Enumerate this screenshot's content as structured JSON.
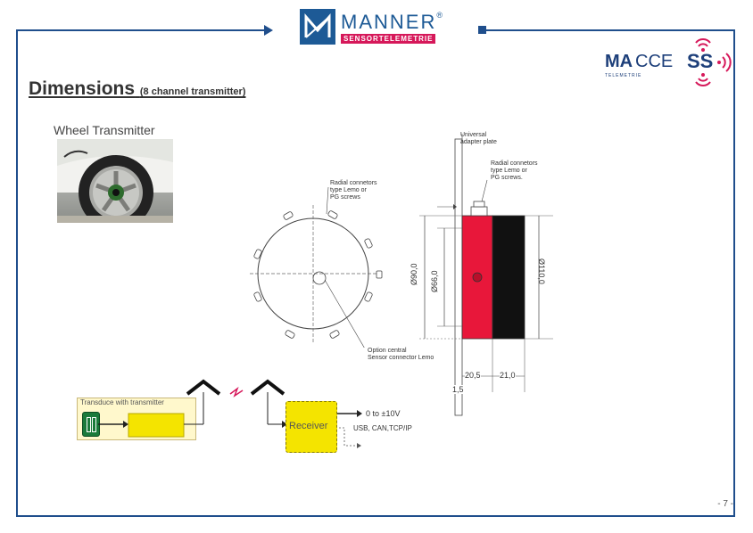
{
  "header": {
    "brand_main": "MANNER",
    "brand_reg": "®",
    "brand_sub": "SENSORTELEMETRIE",
    "maccess_left": "MA",
    "maccess_mid": "CCE",
    "maccess_ss": "SS",
    "maccess_tag": "TELEMETRIE"
  },
  "title": {
    "main": "Dimensions",
    "sub": "(8 channel transmitter)"
  },
  "wheel": {
    "label": "Wheel Transmitter"
  },
  "front_view": {
    "radial_label_1": "Radial connetors",
    "radial_label_2": "type Lemo or",
    "radial_label_3": "PG screws",
    "option_label_1": "Option central",
    "option_label_2": "Sensor connector Lemo"
  },
  "side_view": {
    "adapter_label_1": "Universal",
    "adapter_label_2": "adapter plate",
    "radial_label_1": "Radial connetors",
    "radial_label_2": "type Lemo or",
    "radial_label_3": "PG screws.",
    "dim_90": "Ø90,0",
    "dim_66": "Ø66,0",
    "dim_110": "Ø110,0",
    "dim_20": "20,5",
    "dim_21": "21,0",
    "dim_15": "1,5"
  },
  "signal": {
    "transducer_label": "Transduce with transmitter",
    "receiver_label": "Receiver",
    "output_1": "0 to ±10V",
    "output_2": "USB, CAN,TCP/IP"
  },
  "footer": {
    "page": "- 7 -"
  },
  "colors": {
    "frame": "#1f4e8c",
    "brand_blue": "#1d5a96",
    "brand_pink": "#d6185a",
    "body_red": "#e8173a",
    "receiver_yellow": "#f4e400",
    "sensor_green": "#1a7a3a"
  }
}
